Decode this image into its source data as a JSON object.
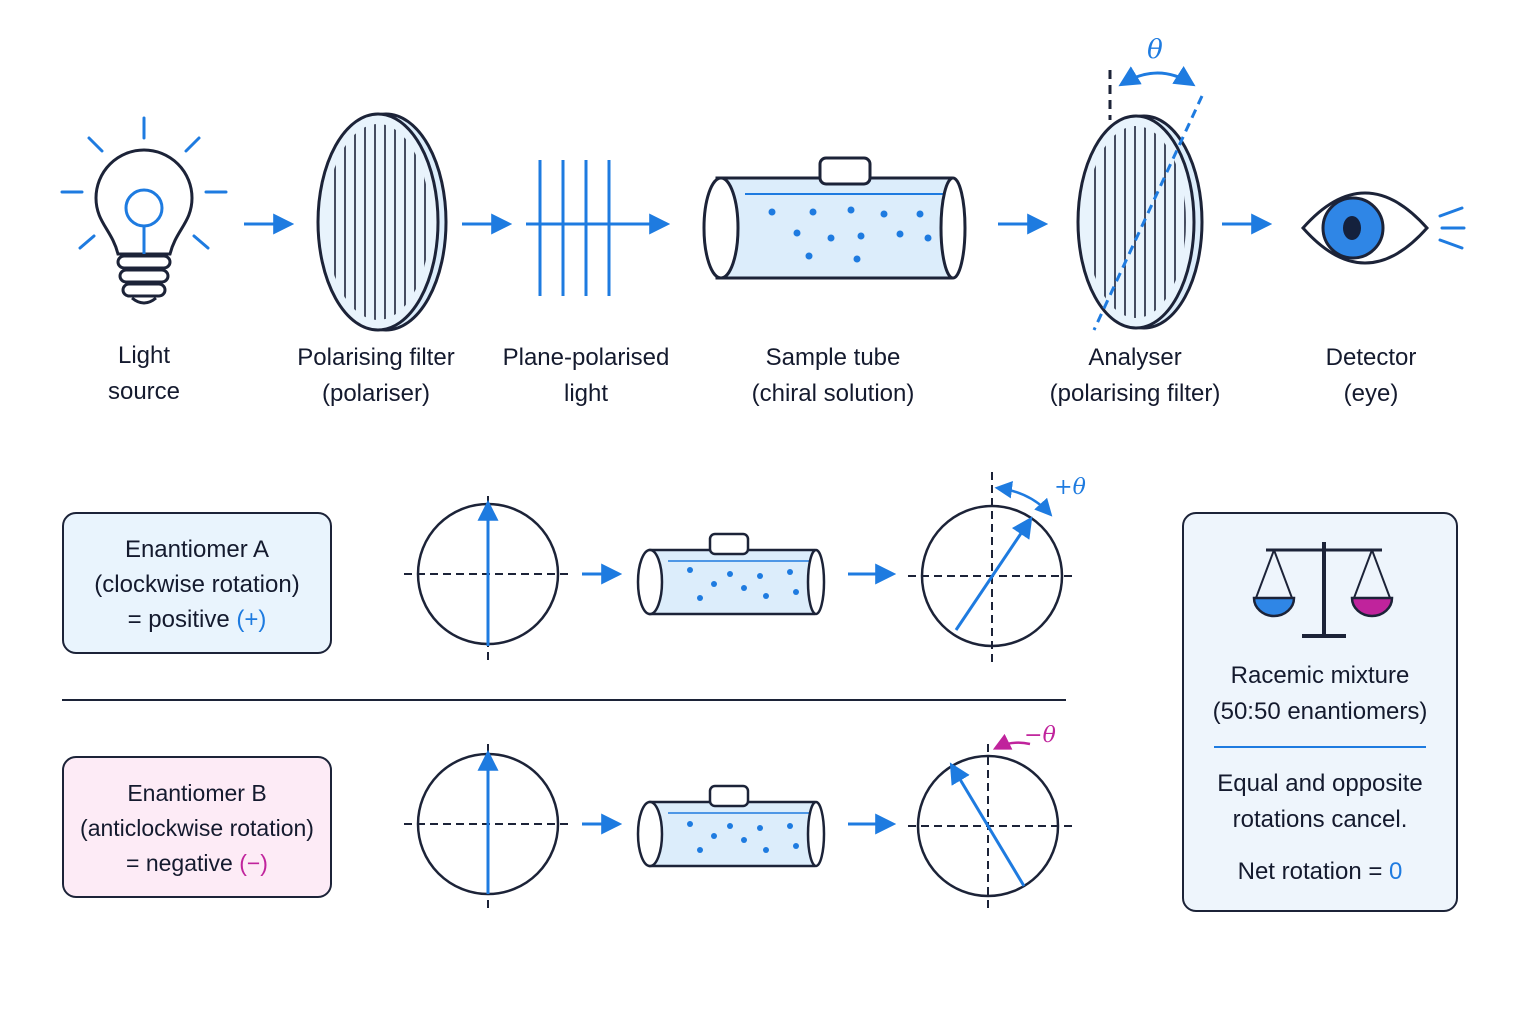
{
  "colors": {
    "accent": "#1e7be0",
    "ink": "#1c2338",
    "fill_light_blue": "#dcedfb",
    "negative_magenta": "#c0239c",
    "card_a_bg": "#e9f4fd",
    "card_b_bg": "#fdebf6"
  },
  "apparatus": {
    "angle_symbol": "θ",
    "steps": [
      {
        "icon": "light-bulb-icon",
        "line1": "Light",
        "line2": "source"
      },
      {
        "icon": "polariser-disc-icon",
        "line1": "Polarising filter",
        "line2": "(polariser)"
      },
      {
        "icon": "vertical-lines-icon",
        "line1": "Plane-polarised",
        "line2": "light"
      },
      {
        "icon": "sample-tube-icon",
        "line1": "Sample tube",
        "line2": "(chiral solution)"
      },
      {
        "icon": "analyser-disc-icon",
        "line1": "Analyser",
        "line2": "(polarising filter)"
      },
      {
        "icon": "eye-icon",
        "line1": "Detector",
        "line2": "(eye)"
      }
    ]
  },
  "enantiomer_a": {
    "title": "Enantiomer A",
    "rotation": "(clockwise rotation)",
    "sign_prefix": "= positive",
    "sign": "(+)",
    "angle_label": "+θ",
    "rotation_degrees": 30
  },
  "enantiomer_b": {
    "title": "Enantiomer B",
    "rotation": "(anticlockwise rotation)",
    "sign_prefix": "= negative",
    "sign": "(−)",
    "angle_label": "−θ",
    "rotation_degrees": -30
  },
  "racemic": {
    "icon": "balance-scale-icon",
    "title": "Racemic mixture",
    "subtitle": "(50:50 enantiomers)",
    "body_line1": "Equal and opposite",
    "body_line2": "rotations cancel.",
    "net_prefix": "Net rotation =",
    "net_value": "0"
  }
}
